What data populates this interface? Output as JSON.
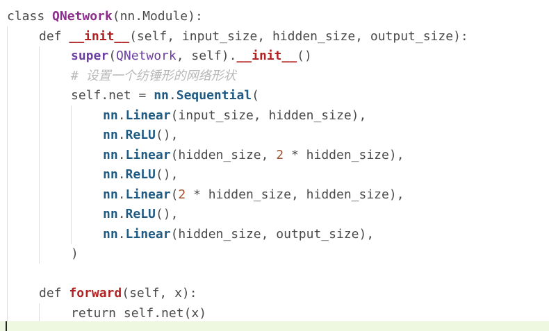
{
  "code_lines": [
    {
      "parts": [
        {
          "t": "class ",
          "c": "kw"
        },
        {
          "t": "QNetwork",
          "c": "cls bold"
        },
        {
          "t": "(",
          "c": "punc"
        },
        {
          "t": "nn",
          "c": "kw"
        },
        {
          "t": ".",
          "c": "punc"
        },
        {
          "t": "Module",
          "c": "kw"
        },
        {
          "t": "):",
          "c": "punc"
        }
      ]
    },
    {
      "parts": [
        {
          "t": "def ",
          "c": "kw"
        },
        {
          "t": "__init__",
          "c": "fn bold"
        },
        {
          "t": "(",
          "c": "punc"
        },
        {
          "t": "self, input_size, hidden_size, output_size",
          "c": "kw"
        },
        {
          "t": "):",
          "c": "punc"
        }
      ]
    },
    {
      "parts": [
        {
          "t": "super",
          "c": "kw2 bold"
        },
        {
          "t": "(",
          "c": "punc"
        },
        {
          "t": "QNetwork",
          "c": "kw2"
        },
        {
          "t": ", self)",
          "c": "kw"
        },
        {
          "t": ".",
          "c": "punc"
        },
        {
          "t": "__init__",
          "c": "fn bold"
        },
        {
          "t": "()",
          "c": "punc"
        }
      ]
    },
    {
      "parts": [
        {
          "t": "# 设置一个纺锤形的网络形状",
          "c": "cm"
        }
      ]
    },
    {
      "parts": [
        {
          "t": "self.net = ",
          "c": "kw"
        },
        {
          "t": "nn",
          "c": "call bold"
        },
        {
          "t": ".",
          "c": "punc"
        },
        {
          "t": "Sequential",
          "c": "call bold"
        },
        {
          "t": "(",
          "c": "punc"
        }
      ]
    },
    {
      "parts": [
        {
          "t": "nn",
          "c": "call bold"
        },
        {
          "t": ".",
          "c": "punc"
        },
        {
          "t": "Linear",
          "c": "call bold"
        },
        {
          "t": "(",
          "c": "punc"
        },
        {
          "t": "input_size, hidden_size",
          "c": "kw"
        },
        {
          "t": "),",
          "c": "punc"
        }
      ]
    },
    {
      "parts": [
        {
          "t": "nn",
          "c": "call bold"
        },
        {
          "t": ".",
          "c": "punc"
        },
        {
          "t": "ReLU",
          "c": "call bold"
        },
        {
          "t": "(),",
          "c": "punc"
        }
      ]
    },
    {
      "parts": [
        {
          "t": "nn",
          "c": "call bold"
        },
        {
          "t": ".",
          "c": "punc"
        },
        {
          "t": "Linear",
          "c": "call bold"
        },
        {
          "t": "(",
          "c": "punc"
        },
        {
          "t": "hidden_size, ",
          "c": "kw"
        },
        {
          "t": "2",
          "c": "num"
        },
        {
          "t": " * hidden_size",
          "c": "kw"
        },
        {
          "t": "),",
          "c": "punc"
        }
      ]
    },
    {
      "parts": [
        {
          "t": "nn",
          "c": "call bold"
        },
        {
          "t": ".",
          "c": "punc"
        },
        {
          "t": "ReLU",
          "c": "call bold"
        },
        {
          "t": "(),",
          "c": "punc"
        }
      ]
    },
    {
      "parts": [
        {
          "t": "nn",
          "c": "call bold"
        },
        {
          "t": ".",
          "c": "punc"
        },
        {
          "t": "Linear",
          "c": "call bold"
        },
        {
          "t": "(",
          "c": "punc"
        },
        {
          "t": "2",
          "c": "num"
        },
        {
          "t": " * hidden_size, hidden_size",
          "c": "kw"
        },
        {
          "t": "),",
          "c": "punc"
        }
      ]
    },
    {
      "parts": [
        {
          "t": "nn",
          "c": "call bold"
        },
        {
          "t": ".",
          "c": "punc"
        },
        {
          "t": "ReLU",
          "c": "call bold"
        },
        {
          "t": "(),",
          "c": "punc"
        }
      ]
    },
    {
      "parts": [
        {
          "t": "nn",
          "c": "call bold"
        },
        {
          "t": ".",
          "c": "punc"
        },
        {
          "t": "Linear",
          "c": "call bold"
        },
        {
          "t": "(",
          "c": "punc"
        },
        {
          "t": "hidden_size, output_size",
          "c": "kw"
        },
        {
          "t": "),",
          "c": "punc"
        }
      ]
    },
    {
      "parts": [
        {
          "t": ")",
          "c": "punc"
        }
      ]
    },
    {
      "parts": []
    },
    {
      "parts": [
        {
          "t": "def ",
          "c": "kw"
        },
        {
          "t": "forward",
          "c": "fn bold"
        },
        {
          "t": "(",
          "c": "punc"
        },
        {
          "t": "self, x",
          "c": "kw"
        },
        {
          "t": "):",
          "c": "punc"
        }
      ]
    },
    {
      "parts": [
        {
          "t": "return ",
          "c": "kw"
        },
        {
          "t": "self.net",
          "c": "kw"
        },
        {
          "t": "(",
          "c": "punc"
        },
        {
          "t": "x",
          "c": "kw"
        },
        {
          "t": ")",
          "c": "punc"
        }
      ]
    }
  ],
  "colors": {
    "background": "#ffffff",
    "active_line": "#eef7df",
    "indent_guide": "#dedede"
  }
}
